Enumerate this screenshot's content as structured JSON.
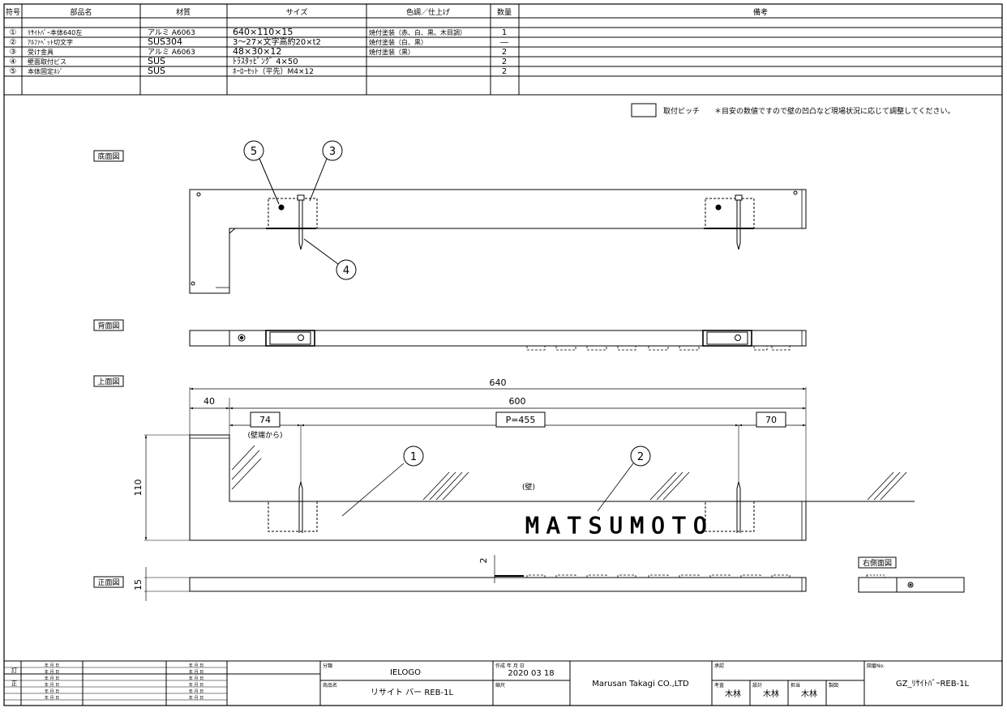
{
  "parts_table": {
    "headers": [
      "符号",
      "部品名",
      "材質",
      "サイズ",
      "色調／仕上げ",
      "数量",
      "備考"
    ],
    "rows": [
      {
        "no": "①",
        "name": "ﾘｻｲﾄﾊﾞｰ本体640左",
        "material": "アルミ A6063",
        "size": "640×110×15",
        "finish": "焼付塗装（赤、白、黒、木目調）",
        "qty": "1",
        "note": ""
      },
      {
        "no": "②",
        "name": "ｱﾙﾌｧﾍﾞｯﾄ切文字",
        "material": "SUS304",
        "size": "3～27×文字高約20×t2",
        "finish": "焼付塗装（白、黒）",
        "qty": "―",
        "note": ""
      },
      {
        "no": "③",
        "name": "受け金具",
        "material": "アルミ A6063",
        "size": "48×30×12",
        "finish": "焼付塗装（黒）",
        "qty": "2",
        "note": ""
      },
      {
        "no": "④",
        "name": "壁面取付ビス",
        "material": "SUS",
        "size": "ﾄﾗｽﾀｯﾋﾟﾝｸﾞ 4×50",
        "finish": "",
        "qty": "2",
        "note": ""
      },
      {
        "no": "⑤",
        "name": "本体固定ﾈｼﾞ",
        "material": "SUS",
        "size": "ﾎｰﾛｰｾｯﾄ（平先）M4×12",
        "finish": "",
        "qty": "2",
        "note": ""
      }
    ]
  },
  "notes": {
    "pitch_label": "取付ピッチ",
    "remark": "＊目安の数値ですので壁の凹凸など現場状況に応じて調整してください。"
  },
  "views": {
    "bottom": "底面図",
    "back": "背面図",
    "top": "上面図",
    "front": "正面図",
    "right": "右側面図"
  },
  "callouts": {
    "c1": "1",
    "c2": "2",
    "c3": "3",
    "c4": "4",
    "c5": "5"
  },
  "dims": {
    "total": "640",
    "inner": "600",
    "left": "40",
    "from_wall": "74",
    "from_wall_note": "(壁端から)",
    "pitch": "P=455",
    "right": "70",
    "height": "110",
    "thickness": "15",
    "letter_t": "2",
    "wall": "(壁)"
  },
  "sign_text": "MATSUMOTO",
  "title_block": {
    "rev_label": "訂",
    "rev_label2": "正",
    "date_fmt": "年 月 日",
    "category_label": "分類",
    "category": "IELOGO",
    "product_label": "商品名",
    "product": "リサイト バー REB-1L",
    "created_label": "作成 年 月 日",
    "created": "2020 03 18",
    "scale_label": "縮尺",
    "company": "Marusan Takagi CO.,LTD",
    "approve_label": "承認",
    "check_label": "考査",
    "design_label": "設計",
    "charge_label": "担当",
    "draw_label": "製図",
    "check_name": "木林",
    "design_name": "木林",
    "charge_name": "木林",
    "drawing_no_label": "図番No.",
    "drawing_no": "GZ_ﾘｻｲﾄﾊﾞｰREB-1L"
  }
}
